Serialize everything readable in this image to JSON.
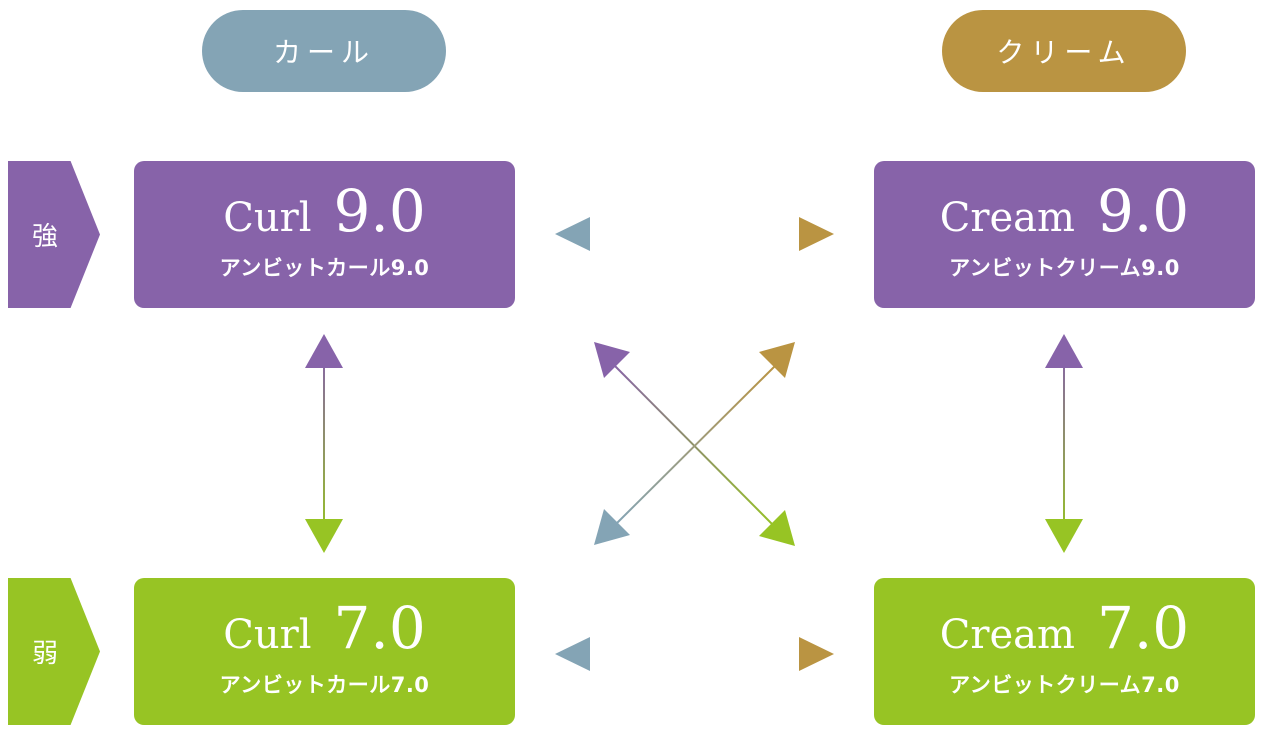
{
  "header": {
    "curl_label": "カール",
    "cream_label": "クリーム"
  },
  "levels": {
    "strong": "強",
    "weak": "弱"
  },
  "products": {
    "curl_strong": {
      "word": "Curl",
      "strength": "9.0",
      "name": "アンビットカール9.0"
    },
    "cream_strong": {
      "word": "Cream",
      "strength": "9.0",
      "name": "アンビットクリーム9.0"
    },
    "curl_weak": {
      "word": "Curl",
      "strength": "7.0",
      "name": "アンビットカール7.0"
    },
    "cream_weak": {
      "word": "Cream",
      "strength": "7.0",
      "name": "アンビットクリーム7.0"
    }
  },
  "colors": {
    "purple": "#8763a9",
    "green": "#97c424",
    "steel_blue": "#84a4b5",
    "gold": "#ba9442"
  }
}
